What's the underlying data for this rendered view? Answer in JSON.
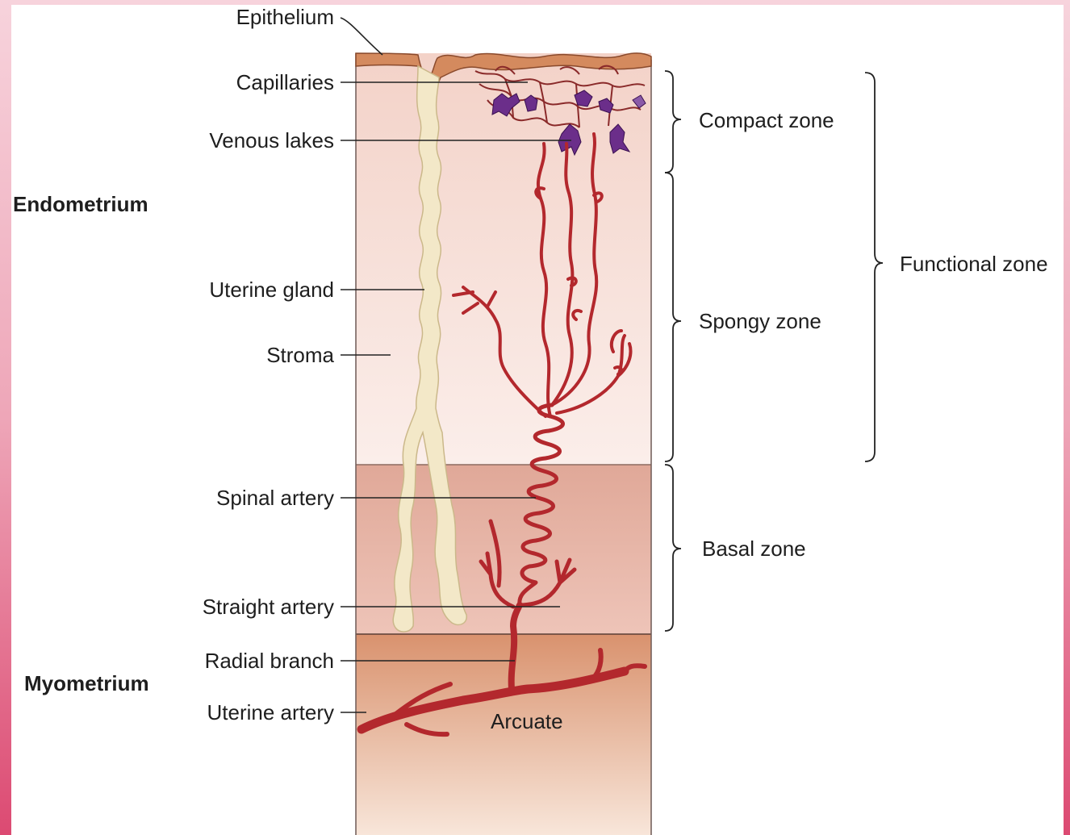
{
  "left_labels": {
    "epithelium": "Epithelium",
    "capillaries": "Capillaries",
    "venous_lakes": "Venous lakes",
    "uterine_gland": "Uterine gland",
    "stroma": "Stroma",
    "spinal_artery": "Spinal artery",
    "straight_artery": "Straight artery",
    "radial_branch": "Radial branch",
    "uterine_artery": "Uterine artery"
  },
  "layers": {
    "endometrium": "Endometrium",
    "myometrium": "Myometrium"
  },
  "zones": {
    "compact": "Compact zone",
    "spongy": "Spongy zone",
    "basal": "Basal zone",
    "functional": "Functional zone"
  },
  "inner_labels": {
    "arcuate": "Arcuate"
  },
  "colors": {
    "artery": "#b3282d",
    "vein": "#6b2e8a",
    "gland": "#f3e8c8",
    "epithelium": "#d48a5e"
  }
}
